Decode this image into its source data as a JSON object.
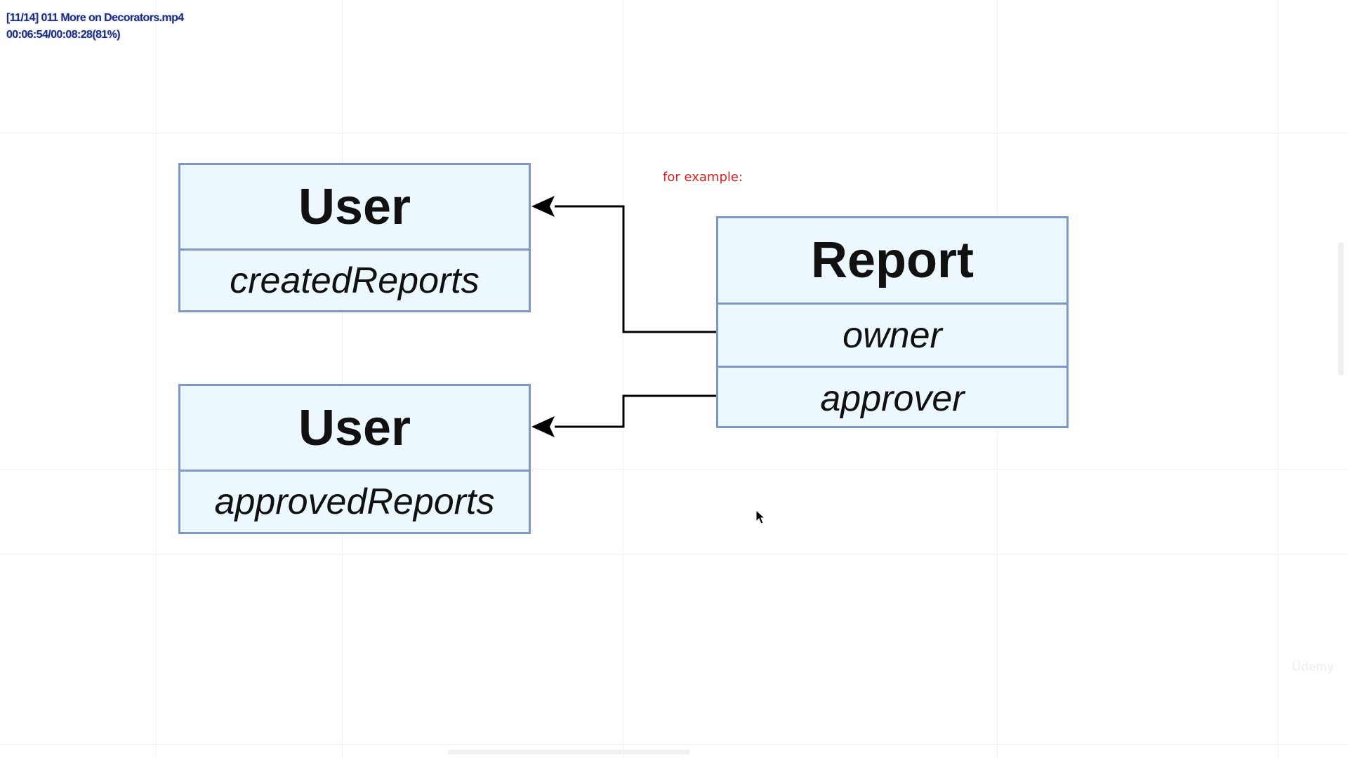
{
  "player_overlay": {
    "file_label": "[11/14] 011 More on Decorators.mp4",
    "time_label": "00:06:54/00:08:28(81%)"
  },
  "diagram": {
    "note": "for example:",
    "entities": {
      "user_top": {
        "title": "User",
        "attribute": "createdReports"
      },
      "user_bottom": {
        "title": "User",
        "attribute": "approvedReports"
      },
      "report": {
        "title": "Report",
        "attributes": [
          "owner",
          "approver"
        ]
      }
    },
    "relations": [
      {
        "from": "report.owner",
        "to": "user_top"
      },
      {
        "from": "report.approver",
        "to": "user_bottom"
      }
    ]
  },
  "watermark": "Üdemy",
  "colors": {
    "entity_fill": "#edf8fe",
    "entity_border": "#7f97c4",
    "note_text": "#e02020",
    "overlay_text": "#1f2f7a"
  }
}
